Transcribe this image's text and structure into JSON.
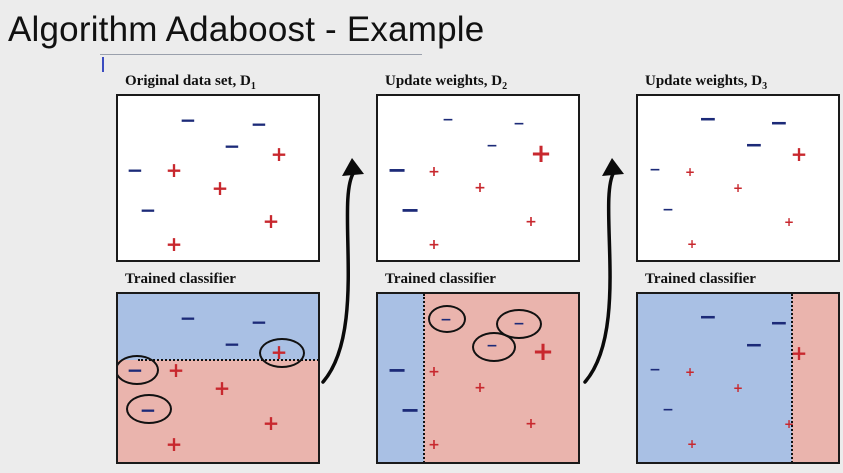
{
  "slide": {
    "title": "Algorithm Adaboost - Example"
  },
  "panels": {
    "p1_top_label": "Original data set,",
    "p1_top_var": "D",
    "p1_top_sub": "1",
    "p2_top_label": "Update weights,",
    "p2_top_var": "D",
    "p2_top_sub": "2",
    "p3_top_label": "Update weights,",
    "p3_top_var": "D",
    "p3_top_sub": "3",
    "p1_bottom_label": "Trained classifier",
    "p2_bottom_label": "Trained classifier",
    "p3_bottom_label": "Trained classifier"
  },
  "symbols": {
    "plus": "+",
    "minus": "−"
  },
  "colors": {
    "positive": "#c8282e",
    "negative": "#1c2a78",
    "positive_region": "#eab4ad",
    "negative_region": "#a9c0e4"
  }
}
